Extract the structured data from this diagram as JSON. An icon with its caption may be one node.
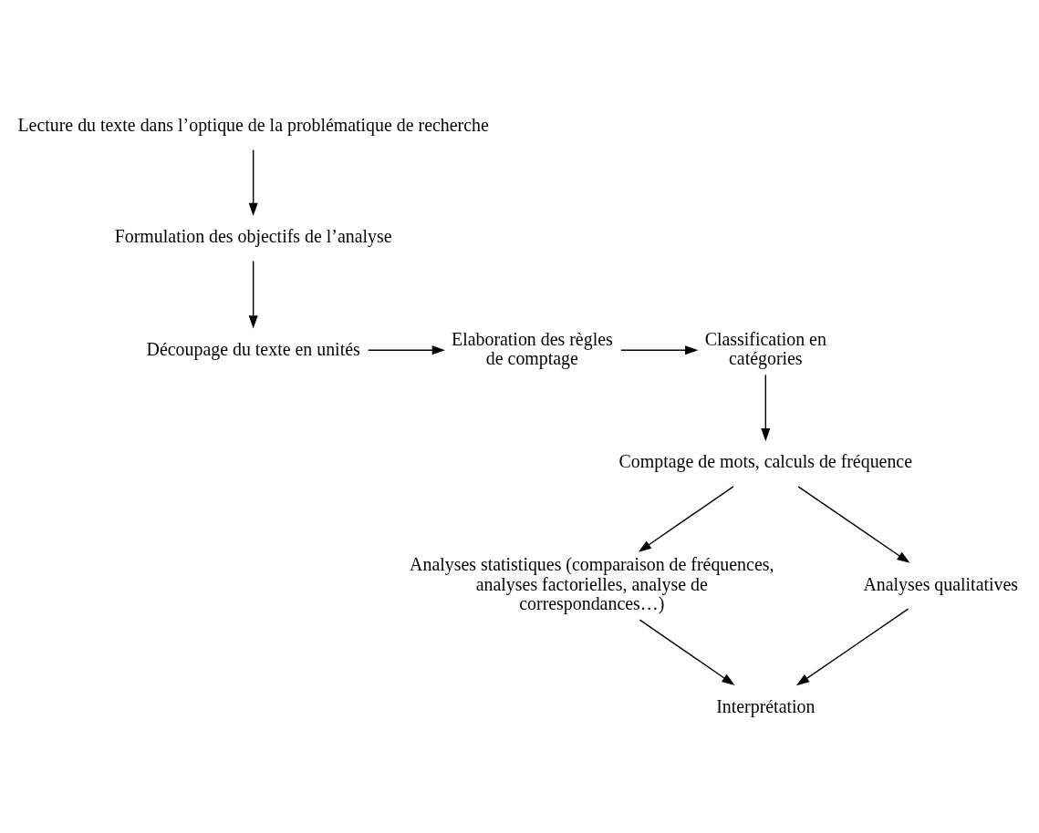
{
  "diagram": {
    "nodes": [
      {
        "text": [
          "Lecture du texte dans l’optique de la problématique de recherche"
        ]
      },
      {
        "text": [
          "Formulation des objectifs de l’analyse"
        ]
      },
      {
        "text": [
          "Découpage du texte en unités"
        ]
      },
      {
        "text": [
          "Elaboration des règles de comptage"
        ]
      },
      {
        "text": [
          "Classification en catégories"
        ]
      },
      {
        "text": [
          "Comptage de mots, calculs de fréquence"
        ]
      },
      {
        "text": [
          "Analyses statistiques (comparaison de fréquences, analyses factorielles, analyse de correspondances…)"
        ]
      },
      {
        "text": [
          "Analyses qualitatives"
        ]
      },
      {
        "text": [
          "Interprétation"
        ]
      }
    ],
    "edges": [
      {
        "from": 0,
        "to": 1,
        "arrow": "to"
      },
      {
        "from": 1,
        "to": 2,
        "arrow": "to"
      },
      {
        "from": 2,
        "to": 3,
        "arrow": "to"
      },
      {
        "from": 3,
        "to": 4,
        "arrow": "to"
      },
      {
        "from": 4,
        "to": 5,
        "arrow": "to"
      },
      {
        "from": 5,
        "to": 6,
        "arrow": "to"
      },
      {
        "from": 5,
        "to": 7,
        "arrow": "to"
      },
      {
        "from": 6,
        "to": 8,
        "arrow": "to"
      },
      {
        "from": 7,
        "to": 8,
        "arrow": "to"
      }
    ]
  }
}
